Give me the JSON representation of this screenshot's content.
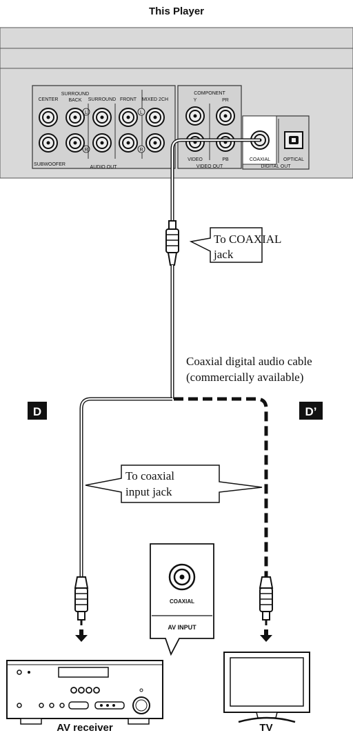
{
  "title": "This Player",
  "player_panel": {
    "audio_out": {
      "labels": [
        "CENTER",
        "SURROUND BACK",
        "SURROUND",
        "FRONT",
        "MIXED 2CH",
        "SUBWOOFER"
      ],
      "label_surround_back_line1": "SURROUND",
      "label_surround_back_line2": "BACK",
      "group_label": "AUDIO OUT",
      "left_marker": "L",
      "right_marker": "R"
    },
    "video_out": {
      "component_label": "COMPONENT",
      "y_label": "Y",
      "pr_label": "PR",
      "pb_label": "PB",
      "video_label": "VIDEO",
      "group_label": "VIDEO OUT"
    },
    "digital_out": {
      "coaxial_label": "COAXIAL",
      "optical_label": "OPTICAL",
      "group_label": "DIGITAL OUT"
    }
  },
  "callouts": {
    "to_coaxial_jack_line1": "To COAXIAL",
    "to_coaxial_jack_line2": "jack",
    "to_coaxial_input_line1": "To coaxial",
    "to_coaxial_input_line2": "input jack"
  },
  "cable_label_line1": "Coaxial digital audio cable",
  "cable_label_line2": "(commercially available)",
  "markers": {
    "d": "D",
    "d_prime": "D’"
  },
  "av_input_card": {
    "coaxial_label": "COAXIAL",
    "av_input_label": "AV INPUT"
  },
  "devices": {
    "av_receiver": "AV receiver",
    "tv": "TV"
  },
  "colors": {
    "panel": "#d9d9d9",
    "panel_dark": "#c8c8c8",
    "line": "#111111",
    "marker_bg": "#111111",
    "marker_fg": "#ffffff"
  }
}
